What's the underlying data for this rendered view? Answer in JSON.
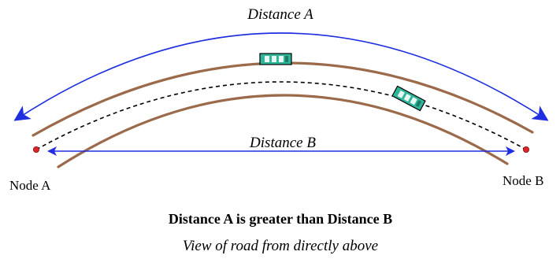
{
  "labels": {
    "distance_a": "Distance A",
    "distance_b": "Distance B",
    "node_a": "Node A",
    "node_b": "Node B"
  },
  "caption": {
    "main": "Distance A is greater than Distance B",
    "sub": "View of road from directly above"
  },
  "colors": {
    "road_edge": "#9b6a4a",
    "arrow": "#1f2fe0",
    "centerline": "#000000",
    "node": "#e0242a",
    "car_body": "#2fb69a",
    "car_stripe": "#e9f7f2",
    "car_outline": "#000000"
  },
  "icons": {
    "car": "car-icon",
    "node": "node-marker"
  }
}
